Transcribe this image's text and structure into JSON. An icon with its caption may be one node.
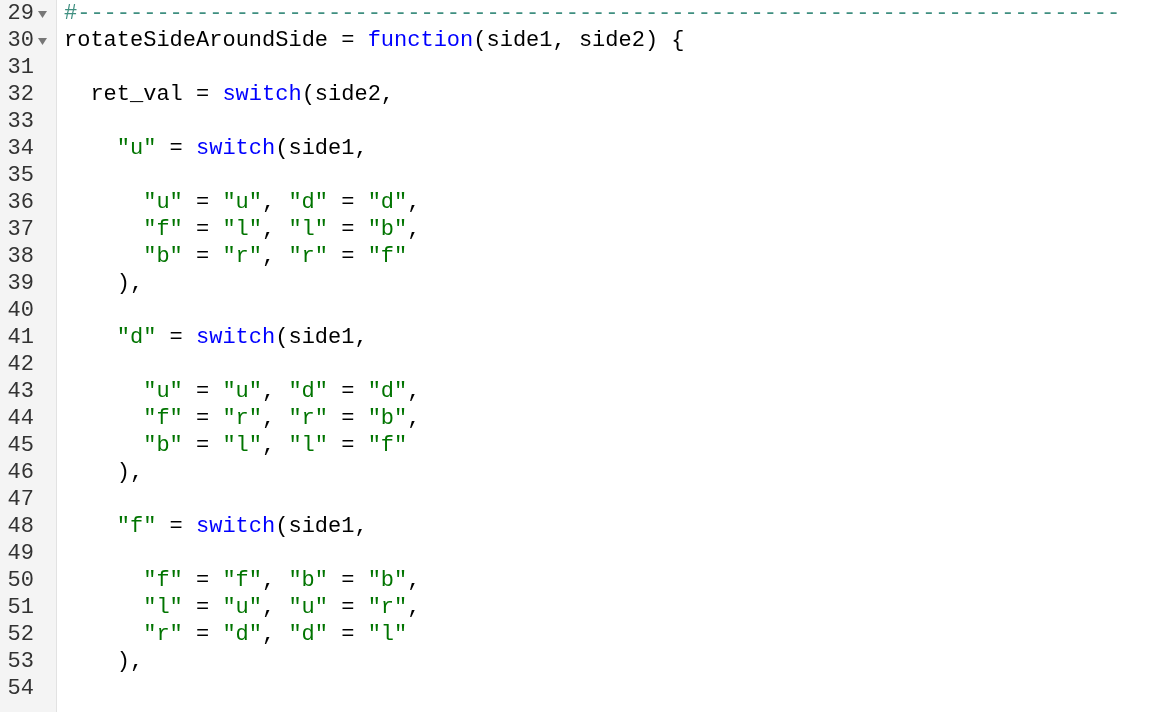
{
  "diagram": {
    "labels": [
      "29",
      "#-------------------------------------------------------------------------------",
      "30",
      "rotateSideAroundSide = function(side1, side2) {",
      "31",
      "32",
      "ret_val = switch(side2,",
      "33",
      "34",
      "\"u\" = switch(side1,",
      "35",
      "36",
      "\"u\" = \"u\", \"d\" = \"d\",",
      "37",
      "\"f\" = \"l\", \"l\" = \"b\",",
      "38",
      "\"b\" = \"r\", \"r\" = \"f\"",
      "39",
      "),",
      "40",
      "41",
      "\"d\" = switch(side1,",
      "42",
      "43",
      "\"u\" = \"u\", \"d\" = \"d\",",
      "44",
      "\"f\" = \"r\", \"r\" = \"b\",",
      "45",
      "\"b\" = \"l\", \"l\" = \"f\"",
      "46",
      "),",
      "47",
      "48",
      "\"f\" = switch(side1,",
      "49",
      "50",
      "\"f\" = \"f\", \"b\" = \"b\",",
      "51",
      "\"l\" = \"u\", \"u\" = \"r\",",
      "52",
      "\"r\" = \"d\", \"d\" = \"l\"",
      "53",
      "),",
      "54"
    ]
  }
}
